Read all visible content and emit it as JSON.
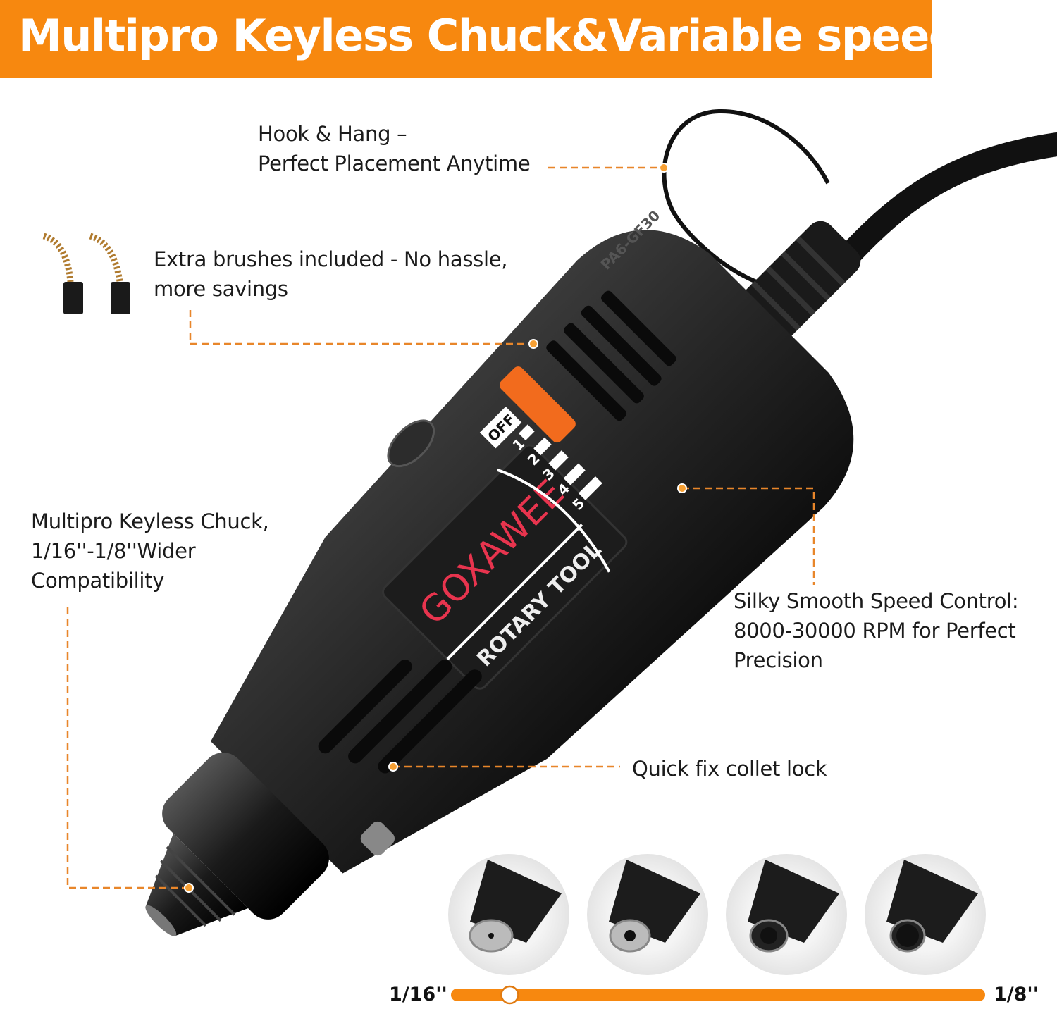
{
  "banner": {
    "title": "Multipro Keyless Chuck&Variable speed",
    "color": "#f7880f"
  },
  "callouts": {
    "hook": {
      "line1": "Hook & Hang –",
      "line2": "Perfect Placement Anytime"
    },
    "brushes": {
      "line1": "Extra brushes included - No hassle,",
      "line2": "more savings",
      "icon": "carbon-brushes-icon"
    },
    "chuck": {
      "line1": "Multipro Keyless Chuck,",
      "line2": "1/16''-1/8''Wider",
      "line3": "Compatibility"
    },
    "speed": {
      "line1": "Silky Smooth Speed Control:",
      "line2": "8000-30000 RPM for Perfect",
      "line3": "Precision"
    },
    "collet": {
      "line1": "Quick fix collet lock"
    }
  },
  "tool": {
    "brand": "GOXAWEE",
    "product": "ROTARY TOOL",
    "dial": {
      "off": "OFF",
      "levels": [
        "1",
        "2",
        "3",
        "4",
        "5"
      ]
    },
    "model": "PA6-GF30",
    "accent": "#f26b1d",
    "brand_color": "#e8344e"
  },
  "chuck_views": {
    "count": 4
  },
  "size_slider": {
    "min_label": "1/16''",
    "max_label": "1/8''",
    "value_fraction": 0.11,
    "color": "#f7880f"
  }
}
